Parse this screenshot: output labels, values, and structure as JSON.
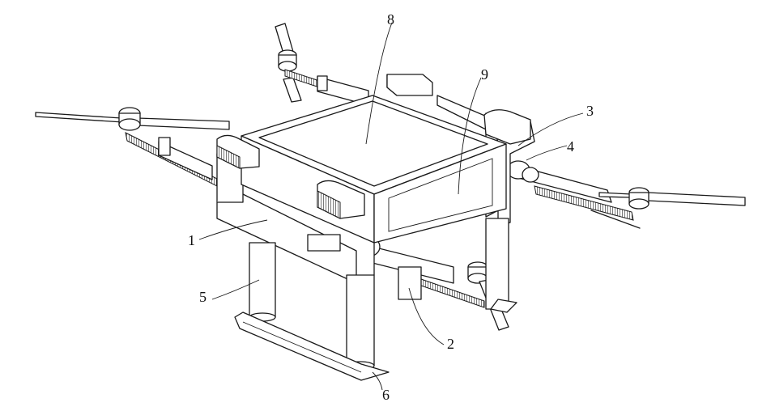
{
  "figure": {
    "labels": [
      {
        "id": "1",
        "text": "1"
      },
      {
        "id": "2",
        "text": "2"
      },
      {
        "id": "3",
        "text": "3"
      },
      {
        "id": "4",
        "text": "4"
      },
      {
        "id": "5",
        "text": "5"
      },
      {
        "id": "6",
        "text": "6"
      },
      {
        "id": "8",
        "text": "8"
      },
      {
        "id": "9",
        "text": "9"
      }
    ]
  }
}
